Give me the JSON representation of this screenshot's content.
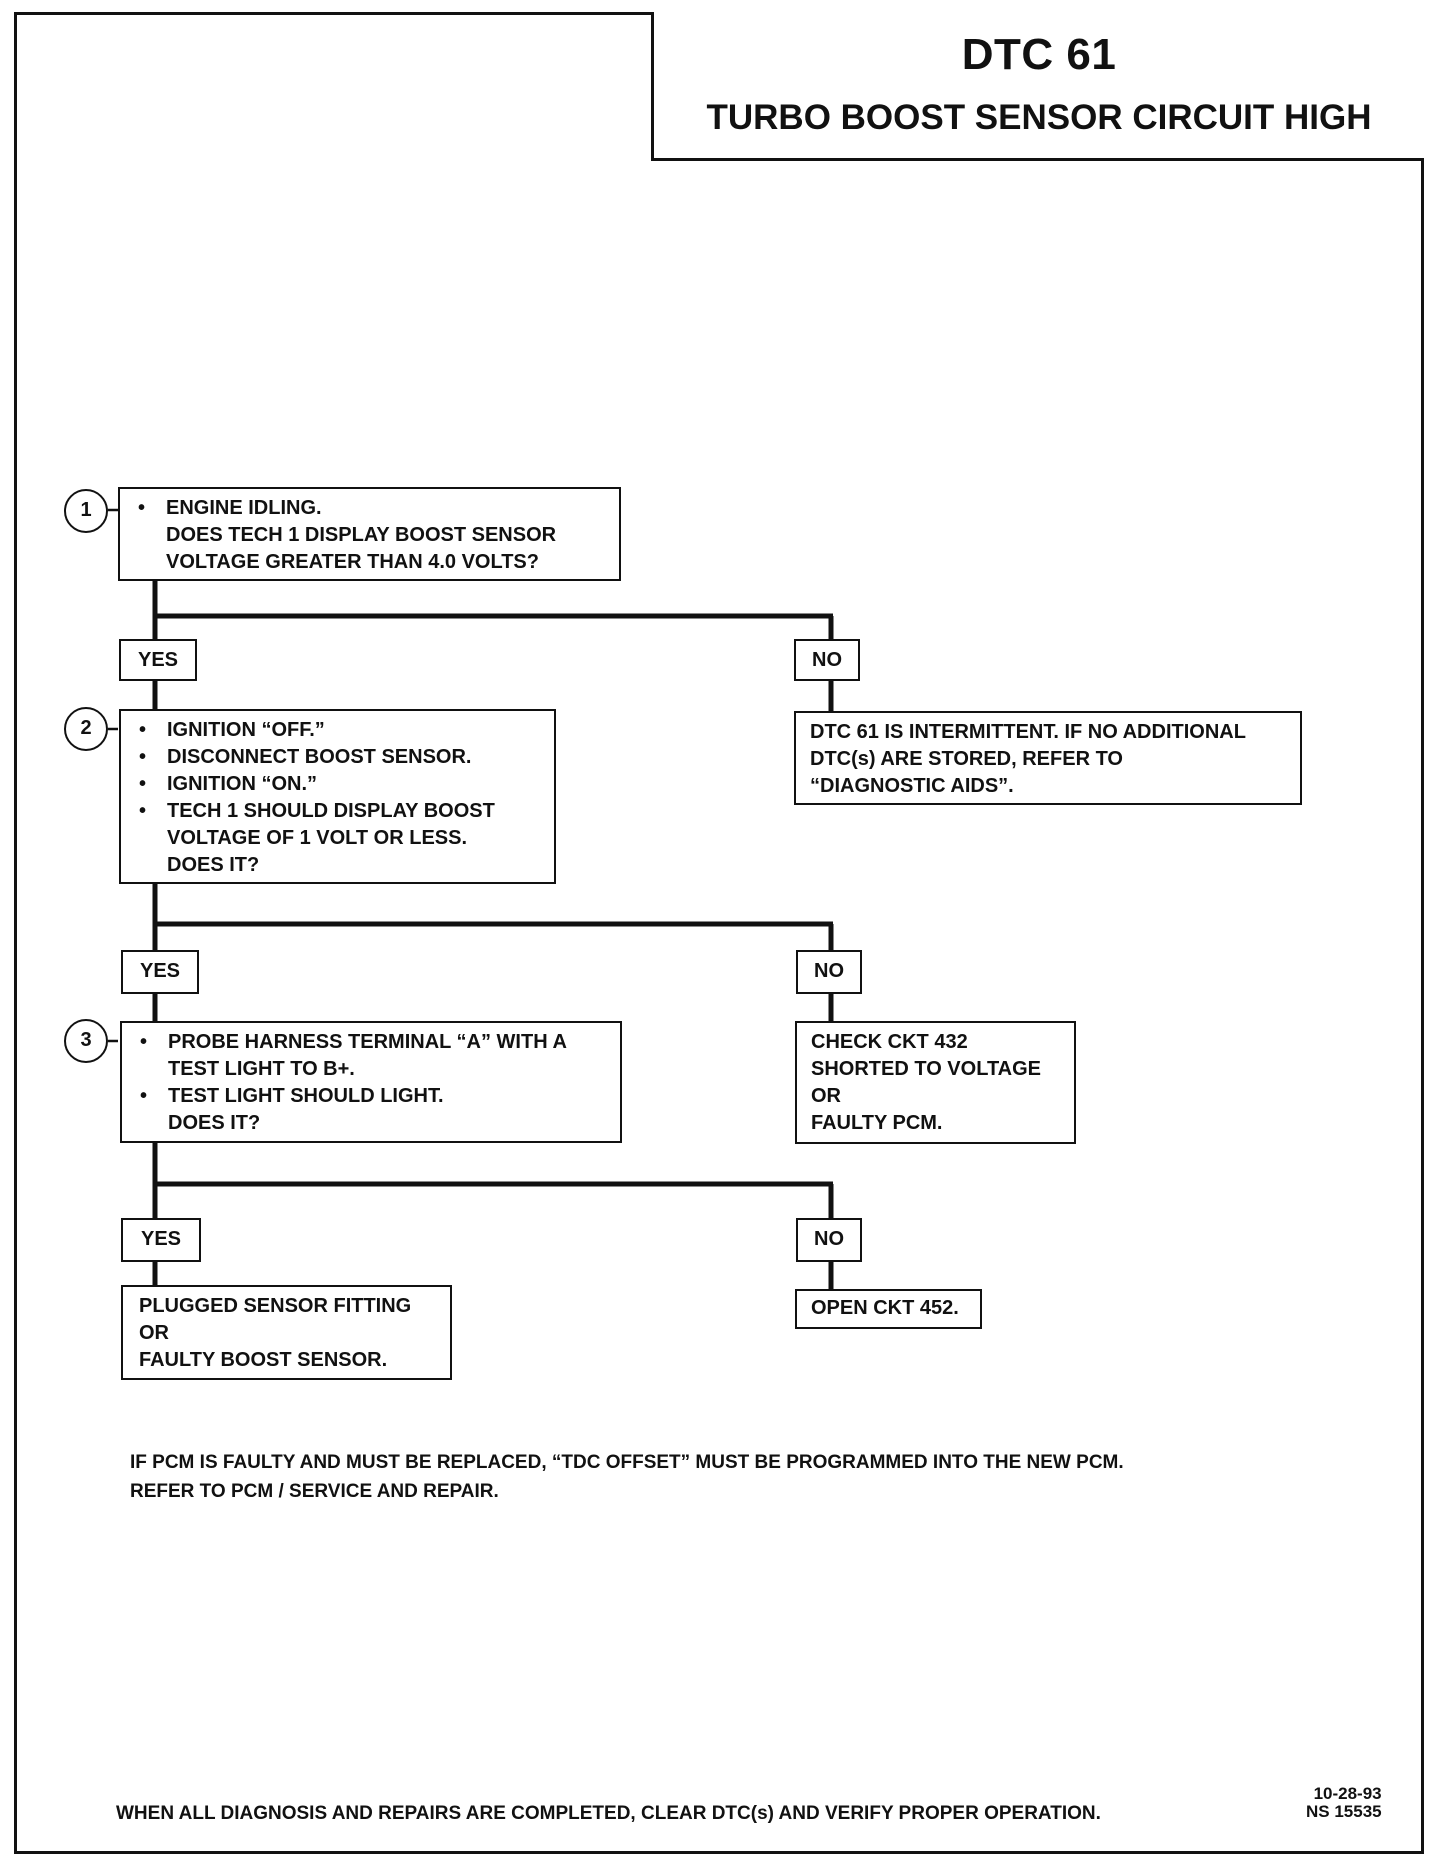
{
  "header": {
    "title": "DTC 61",
    "subtitle": "TURBO BOOST SENSOR CIRCUIT HIGH"
  },
  "steps": [
    {
      "number": "1",
      "bullets": [
        "ENGINE IDLING."
      ],
      "continuation": [
        "DOES TECH 1 DISPLAY BOOST SENSOR",
        "VOLTAGE GREATER THAN 4.0 VOLTS?"
      ]
    },
    {
      "number": "2",
      "bullets": [
        "IGNITION “OFF.”",
        "DISCONNECT BOOST SENSOR.",
        "IGNITION “ON.”",
        "TECH 1 SHOULD DISPLAY BOOST"
      ],
      "continuation": [
        "VOLTAGE OF 1 VOLT OR LESS.",
        "DOES IT?"
      ]
    },
    {
      "number": "3",
      "bullets": [
        "PROBE HARNESS TERMINAL “A” WITH A"
      ],
      "bullets_cont": [
        "TEST LIGHT TO B+."
      ],
      "bullets2": [
        "TEST LIGHT SHOULD LIGHT."
      ],
      "continuation": [
        "DOES IT?"
      ]
    }
  ],
  "labels": {
    "yes": "YES",
    "no": "NO"
  },
  "results": {
    "no1": [
      "DTC 61 IS INTERMITTENT.  IF NO ADDITIONAL",
      "DTC(s) ARE STORED, REFER TO",
      "“DIAGNOSTIC AIDS”."
    ],
    "no2": [
      "CHECK CKT 432",
      "SHORTED TO VOLTAGE",
      "OR",
      "FAULTY PCM."
    ],
    "yes3": [
      "PLUGGED SENSOR FITTING",
      "OR",
      "FAULTY BOOST SENSOR."
    ],
    "no3": [
      "OPEN CKT 452."
    ]
  },
  "note": {
    "line1": "IF PCM IS FAULTY AND MUST BE REPLACED, “TDC OFFSET” MUST BE PROGRAMMED INTO THE NEW PCM.",
    "line2": "REFER TO PCM / SERVICE AND REPAIR."
  },
  "footer": {
    "text": "WHEN ALL DIAGNOSIS AND REPAIRS ARE COMPLETED, CLEAR DTC(s) AND VERIFY PROPER OPERATION.",
    "date": "10-28-93",
    "ref": "NS 15535"
  }
}
